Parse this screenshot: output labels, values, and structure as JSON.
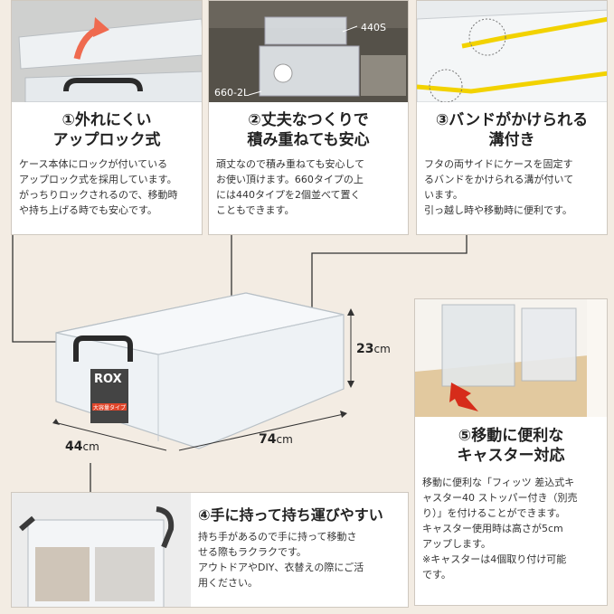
{
  "features": [
    {
      "title_lines": [
        "①外れにくい",
        "アップロック式"
      ],
      "body_lines": [
        "ケース本体にロックが付いている",
        "アップロック式を採用しています。",
        "がっちりロックされるので、移動時",
        "や持ち上げる時でも安心です。"
      ]
    },
    {
      "title_lines": [
        "②丈夫なつくりで",
        "積み重ねても安心"
      ],
      "body_lines": [
        "頑丈なので積み重ねても安心して",
        "お使い頂けます。660タイプの上",
        "には440タイプを2個並べて置く",
        "こともできます。"
      ],
      "photo_labels": {
        "top": "440S",
        "bottom": "660-2L"
      }
    },
    {
      "title_lines": [
        "③バンドがかけられる",
        "溝付き"
      ],
      "body_lines": [
        "フタの両サイドにケースを固定す",
        "るバンドをかけられる溝が付いて",
        "います。",
        "引っ越し時や移動時に便利です。"
      ]
    },
    {
      "title_lines": [
        "④手に持って持ち運びやすい"
      ],
      "body_lines": [
        "持ち手があるので手に持って移動さ",
        "せる際もラクラクです。",
        "アウトドアやDIY、衣替えの際にご活",
        "用ください。"
      ]
    },
    {
      "title_lines": [
        "⑤移動に便利な",
        "キャスター対応"
      ],
      "body_lines": [
        "移動に便利な「フィッツ 差込式キ",
        "ャスター40 ストッパー付き（別売",
        "り）」を付けることができます。",
        "キャスター使用時は高さが5cm",
        "アップします。",
        "※キャスターは4個取り付け可能",
        "です。"
      ]
    }
  ],
  "product": {
    "brand": "ROX",
    "label_tag": "大容量タイプ"
  },
  "dimensions": {
    "height": {
      "value": "23",
      "unit": "cm"
    },
    "depth": {
      "value": "44",
      "unit": "cm"
    },
    "width": {
      "value": "74",
      "unit": "cm"
    }
  },
  "colors": {
    "background": "#f3ece3",
    "border": "#cfc8bf",
    "band": "#f2d200",
    "arrow": "#d62c1a"
  }
}
